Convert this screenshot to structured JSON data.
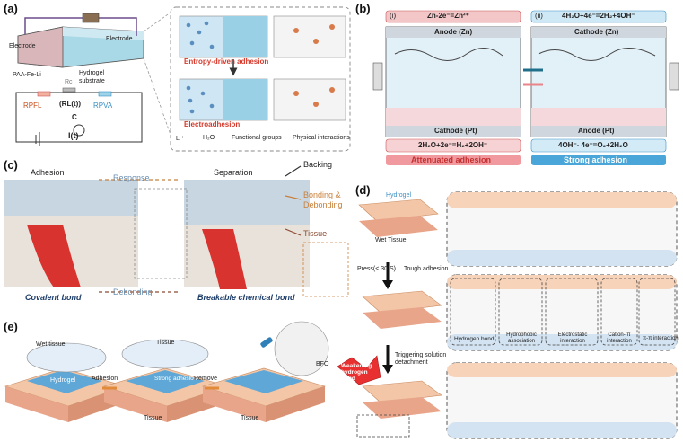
{
  "panels": {
    "a": {
      "label": "(a)",
      "electrode_left": "Electrode",
      "electrode_right": "Electrode",
      "paa_label": "PAA-Fe-Li",
      "hydrogel_label": "Hydrogel",
      "substrate_label": "substrate",
      "rc": "Rc",
      "rpfl": "RPFL",
      "rpva": "RPVA",
      "rl": "(RL(t))",
      "c": "C",
      "it": "I(t)",
      "entropy": "Entropy-driven adhesion",
      "electro": "Electroadhesion",
      "legend": [
        "Li⁺",
        "H₂O",
        "Functional groups",
        "Physical interactions"
      ]
    },
    "b": {
      "label": "(b)",
      "eq_i_tag": "(i)",
      "eq_i": "Zn-2e⁻=Zn²⁺",
      "eq_ii_tag": "(ii)",
      "eq_ii": "4H₂O+4e⁻=2H₂+4OH⁻",
      "anode_zn": "Anode (Zn)",
      "cathode_zn": "Cathode (Zn)",
      "cathode_pt": "Cathode (Pt)",
      "anode_pt": "Anode (Pt)",
      "eq_bottom_left": "2H₂O+2e⁻=H₂+2OH⁻",
      "eq_bottom_right": "4OH⁻- 4e⁻=O₂+2H₂O",
      "attenuated": "Attenuated adhesion",
      "strong": "Strong adhesion"
    },
    "c": {
      "label": "(c)",
      "adhesion": "Adhesion",
      "response": "Response",
      "separation": "Separation",
      "backing": "Backing",
      "bonding": "Bonding &",
      "debonding_r": "Debonding",
      "tissue": "Tissue",
      "debonding": "Debonding",
      "covalent": "Covalent bond",
      "breakable": "Breakable chemical bond"
    },
    "d": {
      "label": "(d)",
      "hydrogel": "Hydrogel",
      "wet_tissue": "Wet Tissue",
      "press": "Press(< 30 S)",
      "tough": "Tough adhesion",
      "interactions": [
        "Hydrogen bond",
        "Hydrophobic association",
        "Electrostatic interaction",
        "Cation- π interaction",
        "π-π interaction"
      ],
      "weakening": "Weakening hydrogen bond",
      "trigger": "Triggering solution detachment"
    },
    "e": {
      "label": "(e)",
      "wet_tissue": "Wet tissue",
      "hydrogel": "Hydrogel",
      "adhesion": "Adhesion",
      "tissue1": "Tissue",
      "strong": "Strong adhesion",
      "remove": "Remove",
      "tissue2": "Tissue",
      "tissue3": "Tissue",
      "bfo": "BFO"
    }
  },
  "colors": {
    "pink": "#e8848a",
    "blue": "#3b8fc4",
    "orange_text": "#c8501e",
    "red_text": "#d63a2c",
    "tissue_blue": "#2f7fb8"
  }
}
